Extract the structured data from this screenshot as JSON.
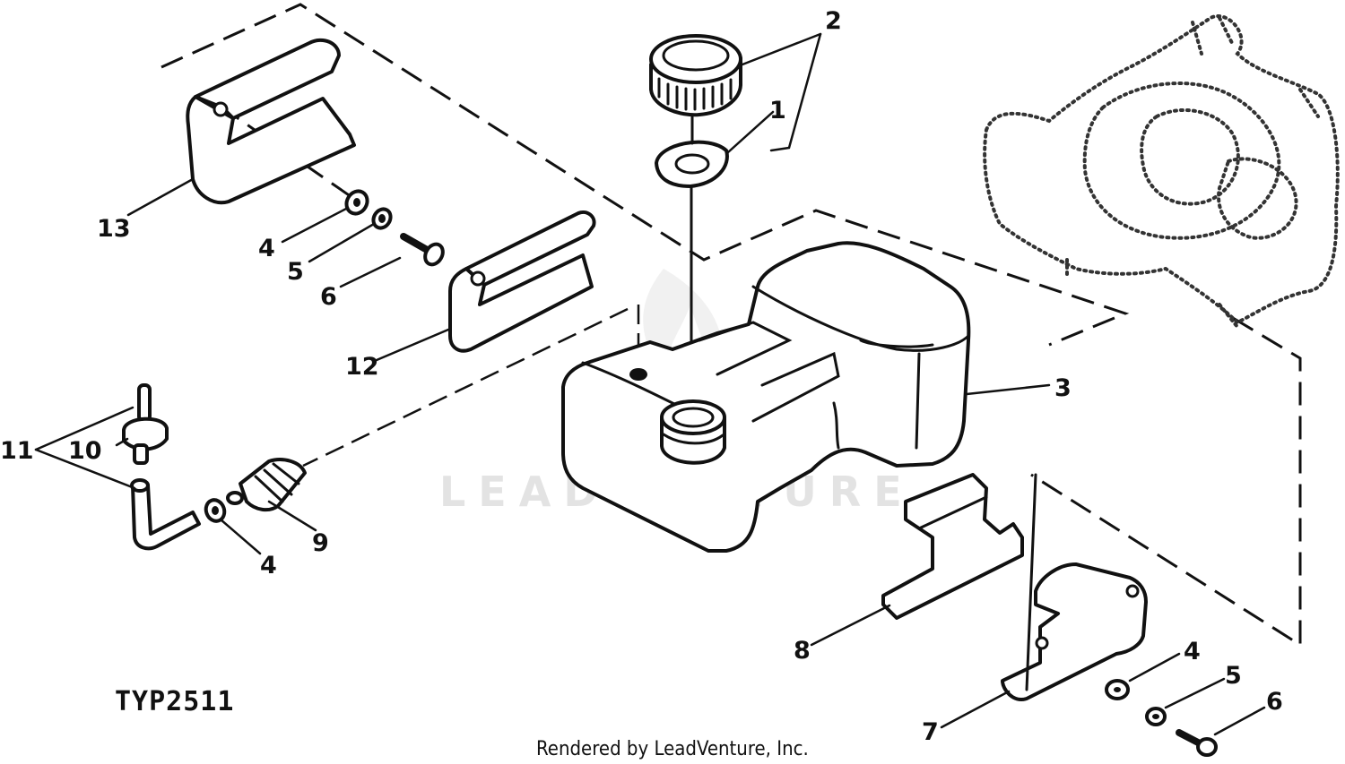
{
  "diagram": {
    "figure_code": "TYP2511",
    "credit": "Rendered by LeadVenture, Inc.",
    "watermark": "LEADVENTURE",
    "callouts": {
      "c1": "1",
      "c2": "2",
      "c3": "3",
      "c4a": "4",
      "c4b": "4",
      "c4c": "4",
      "c5a": "5",
      "c5b": "5",
      "c6a": "6",
      "c6b": "6",
      "c7": "7",
      "c8": "8",
      "c9": "9",
      "c10": "10",
      "c11": "11",
      "c12": "12",
      "c13": "13"
    }
  }
}
